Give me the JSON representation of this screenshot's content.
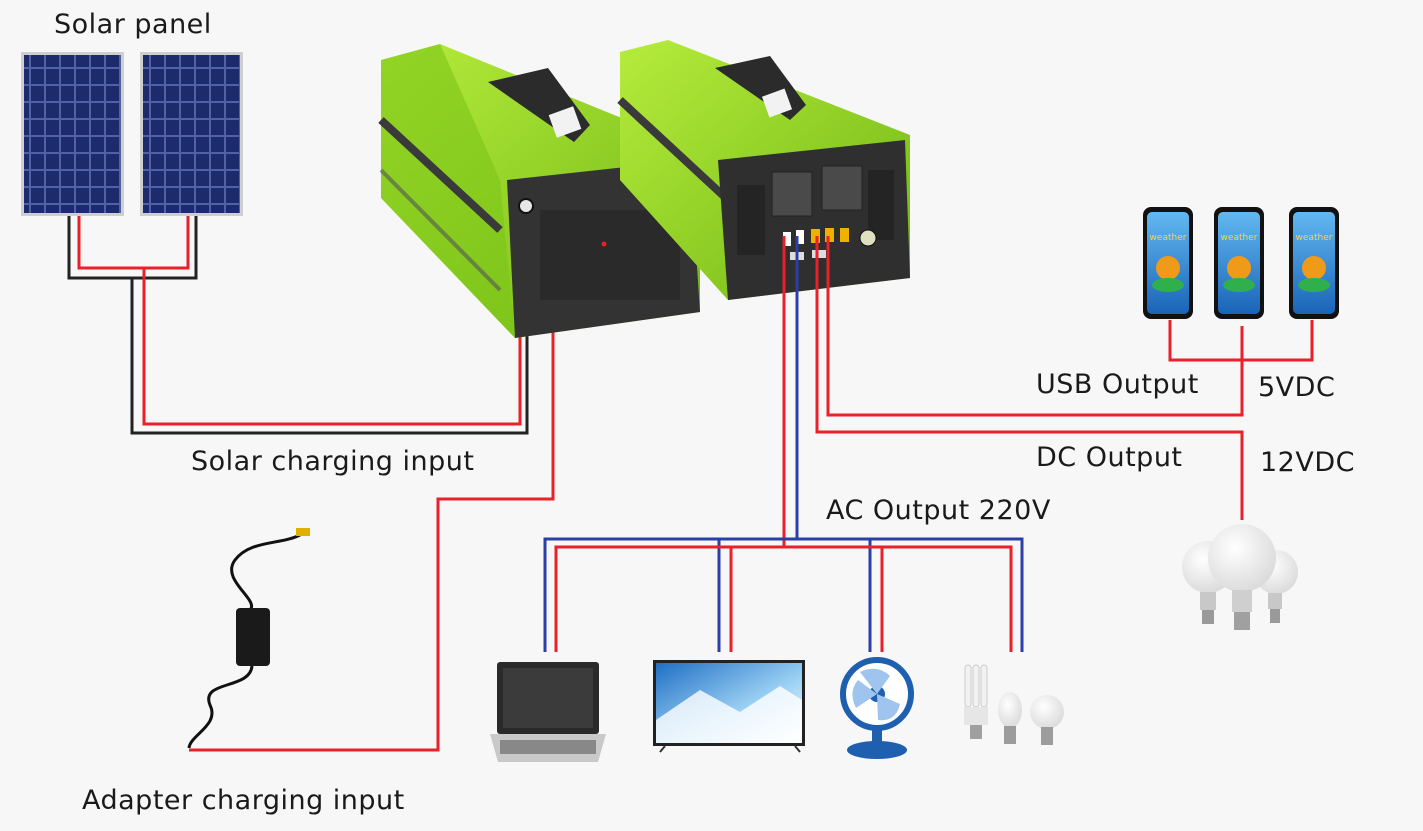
{
  "labels": {
    "solar_panel": "Solar panel",
    "solar_charging_input": "Solar charging input",
    "adapter_charging_input": "Adapter charging input",
    "ac_output": "AC Output 220V",
    "usb_output": "USB Output",
    "usb_voltage": "5VDC",
    "dc_output": "DC Output",
    "dc_voltage": "12VDC"
  },
  "phone_screen_text": "weather",
  "colors": {
    "positive_wire": "#e8212a",
    "negative_wire": "#222222",
    "ac_neutral_wire": "#2b3fa8",
    "enclosure": "#8fd21c",
    "panel": "#323232",
    "solar_cell": "#1d2a6b",
    "phone_screen": "#1f78c7"
  }
}
